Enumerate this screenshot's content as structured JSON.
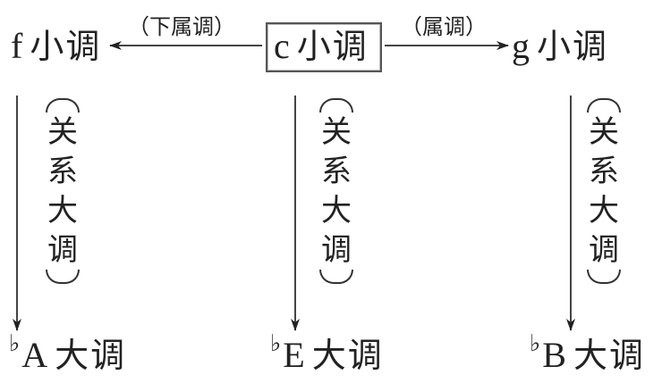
{
  "center_key": {
    "letter": "c",
    "name": "小调"
  },
  "top_left_key": {
    "letter": "f",
    "name": "小调"
  },
  "top_right_key": {
    "letter": "g",
    "name": "小调"
  },
  "arrows": {
    "left_label": "（下属调）",
    "right_label": "（属调）"
  },
  "relative_label": {
    "chars": [
      "关",
      "系",
      "大",
      "调"
    ]
  },
  "bottom_keys": [
    {
      "flat": "♭",
      "letter": "A",
      "name": "大调"
    },
    {
      "flat": "♭",
      "letter": "E",
      "name": "大调"
    },
    {
      "flat": "♭",
      "letter": "B",
      "name": "大调"
    }
  ],
  "colors": {
    "ink": "#222222",
    "line": "#444444",
    "background": "#ffffff"
  }
}
